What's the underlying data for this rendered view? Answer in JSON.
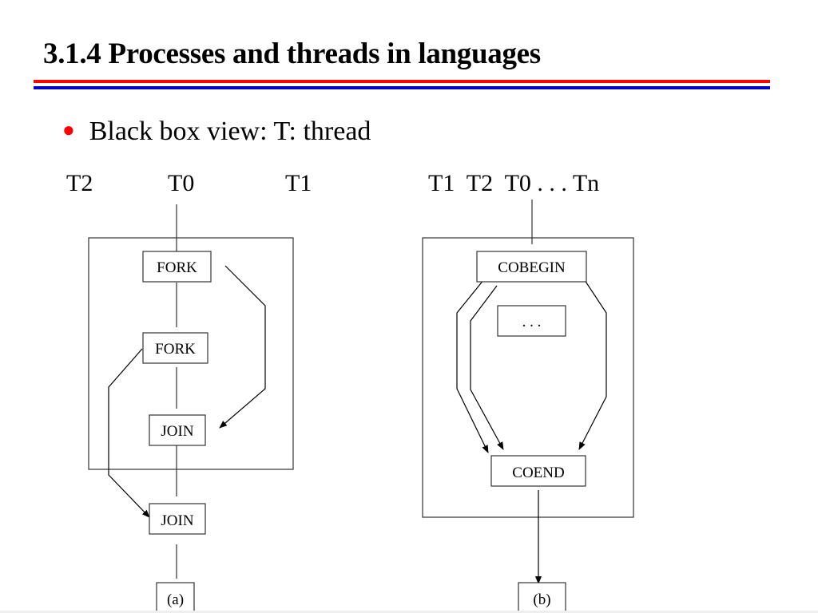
{
  "slide": {
    "title": "3.1.4 Processes and threads in languages",
    "bullet": "Black box view: T: thread",
    "colors": {
      "rule_top": "#ff0000",
      "rule_bottom": "#0000cc",
      "bullet": "#ff0000"
    }
  },
  "diagram_a": {
    "thread_labels": [
      "T2",
      "T0",
      "T1"
    ],
    "nodes": {
      "fork1": "FORK",
      "fork2": "FORK",
      "join1": "JOIN",
      "join2": "JOIN"
    },
    "caption": "(a)"
  },
  "diagram_b": {
    "thread_labels": "T1  T2  T0 . . . Tn",
    "nodes": {
      "cobegin": "COBEGIN",
      "ellipsis": ". . .",
      "coend": "COEND"
    },
    "caption": "(b)"
  }
}
